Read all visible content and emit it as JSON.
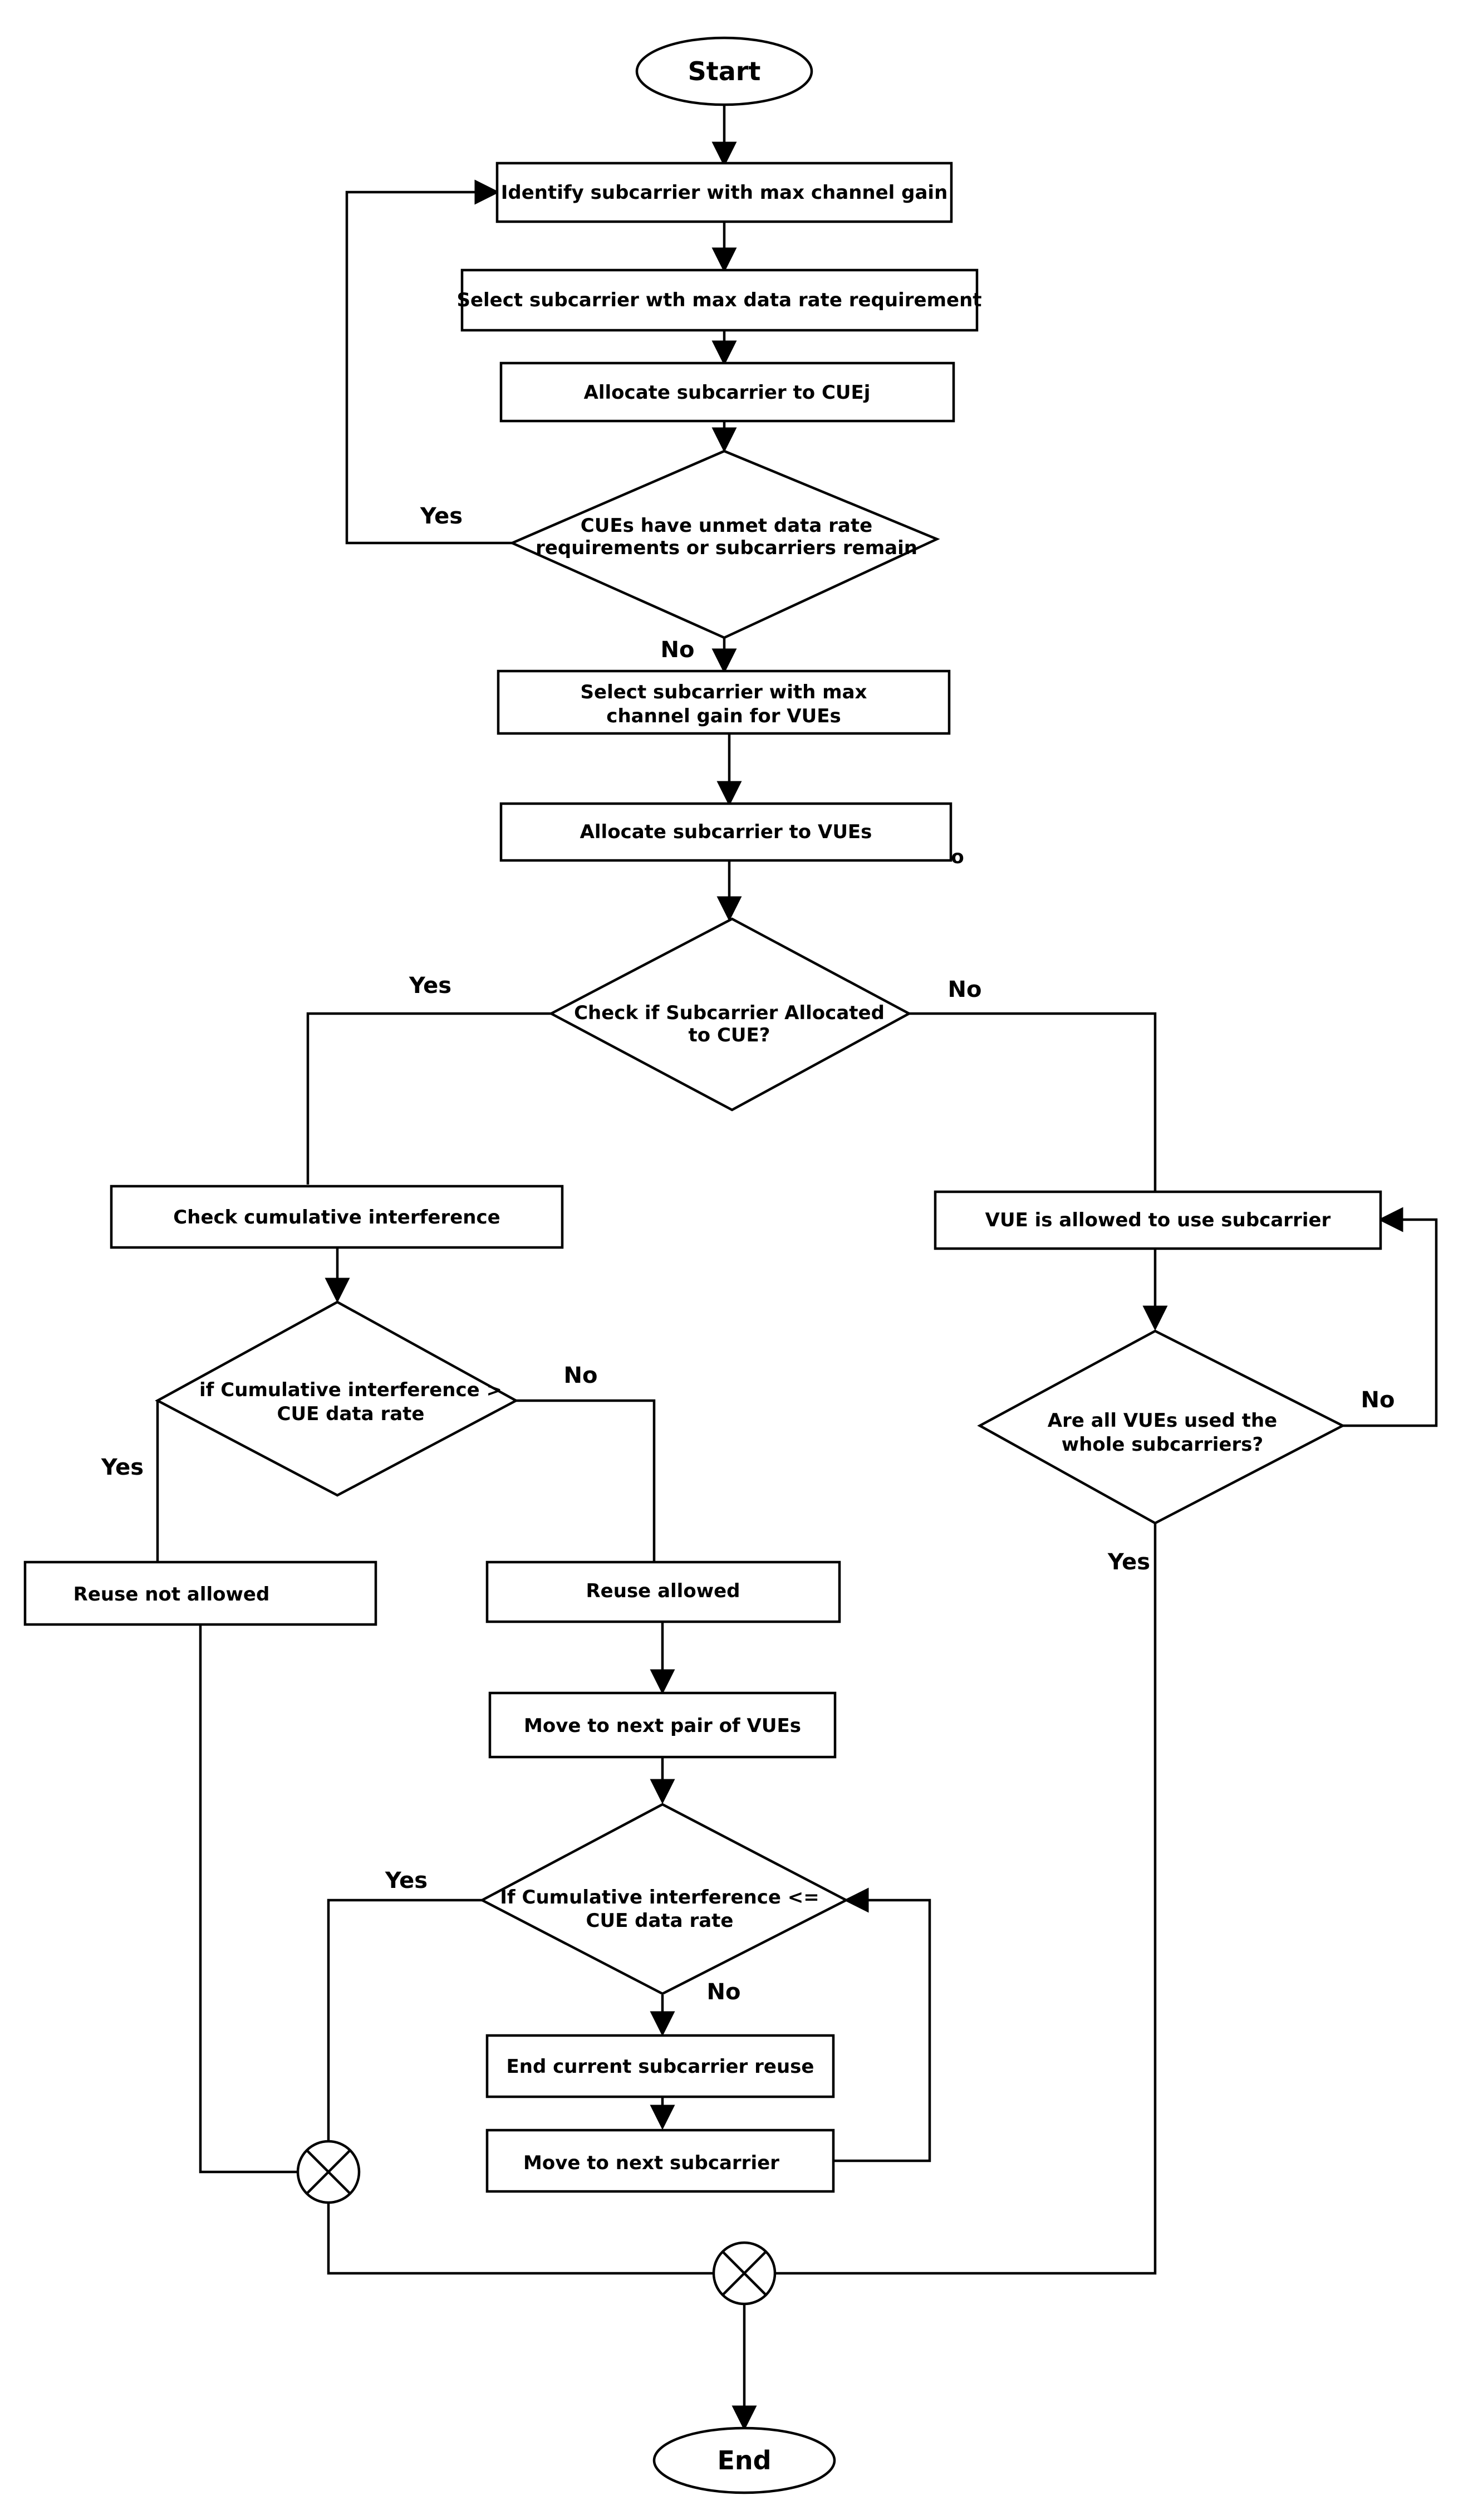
{
  "start_label": "Start",
  "end_label": "End",
  "process": {
    "identify_max_gain": "Identify subcarrier with max channel gain",
    "select_max_rate": "Select subcarrier wth max data rate requirement",
    "allocate_to_cue": "Allocate subcarrier to CUEj",
    "select_vue_line1": "Select subcarrier with max",
    "select_vue_line2": "channel gain for VUEs",
    "allocate_to_vue": "Allocate subcarrier to VUEs",
    "check_cumulative": "Check cumulative interference",
    "vue_allowed": "VUE is allowed to use subcarrier",
    "reuse_not_allowed": "Reuse not allowed",
    "reuse_allowed": "Reuse allowed",
    "move_next_pair": "Move to next pair of VUEs",
    "end_current_reuse": "End current subcarrier reuse",
    "move_next_subcarrier": "Move to next subcarrier"
  },
  "decision": {
    "cue_unmet_line1": "CUEs have unmet data rate",
    "cue_unmet_line2": "requirements or subcarriers remain",
    "allocated_to_cue_line1": "Check if Subcarrier Allocated",
    "allocated_to_cue_line2": "to CUE?",
    "interference_gt_line1": "if Cumulative interference >",
    "interference_gt_line2": "CUE data rate",
    "all_vues_line1": "Are all VUEs used the",
    "all_vues_line2": "whole subcarriers?",
    "interference_le_line1": "If Cumulative interference <=",
    "interference_le_line2": "CUE data rate"
  },
  "edges": {
    "yes_loop_top": "Yes",
    "no_after_cue_check": "No",
    "yes_allocated": "Yes",
    "no_allocated": "No",
    "yes_interference_gt": "Yes",
    "no_interference_gt": "No",
    "no_all_vues": "No",
    "yes_all_vues": "Yes",
    "yes_interference_le": "Yes",
    "no_interference_le": "No"
  },
  "stray_mark": "o"
}
